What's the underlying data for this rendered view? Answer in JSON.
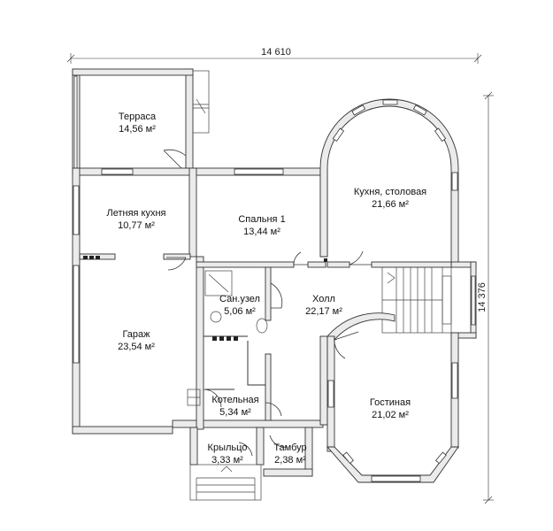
{
  "dimensions": {
    "width_label": "14 610",
    "height_label": "14 376"
  },
  "rooms": [
    {
      "id": "terrace",
      "name": "Терраса",
      "area": "14,56 м²"
    },
    {
      "id": "summer-kitchen",
      "name": "Летняя кухня",
      "area": "10,77 м²"
    },
    {
      "id": "bedroom-1",
      "name": "Спальня 1",
      "area": "13,44 м²"
    },
    {
      "id": "kitchen-dining",
      "name": "Кухня, столовая",
      "area": "21,66 м²"
    },
    {
      "id": "bathroom",
      "name": "Сан.узел",
      "area": "5,06 м²"
    },
    {
      "id": "hall",
      "name": "Холл",
      "area": "22,17 м²"
    },
    {
      "id": "garage",
      "name": "Гараж",
      "area": "23,54 м²"
    },
    {
      "id": "boiler-room",
      "name": "Котельная",
      "area": "5,34 м²"
    },
    {
      "id": "living-room",
      "name": "Гостиная",
      "area": "21,02 м²"
    },
    {
      "id": "porch",
      "name": "Крыльцо",
      "area": "3,33 м²"
    },
    {
      "id": "vestibule",
      "name": "Тамбур",
      "area": "2,38 м²"
    }
  ]
}
